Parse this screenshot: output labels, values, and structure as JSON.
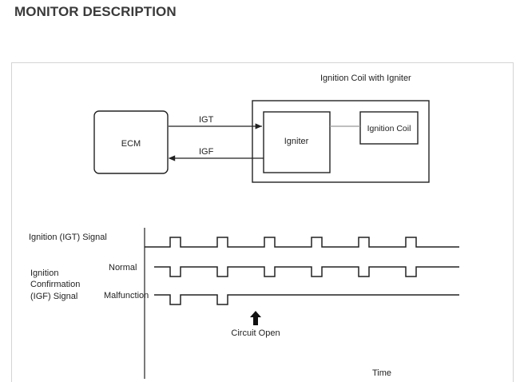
{
  "page": {
    "heading": "MONITOR DESCRIPTION"
  },
  "diagram": {
    "igniter_group_label": "Ignition Coil with Igniter",
    "ecm_label": "ECM",
    "igniter_label": "Igniter",
    "coil_label": "Ignition Coil",
    "igt_arrow_label": "IGT",
    "igf_arrow_label": "IGF"
  },
  "timing": {
    "igt_signal_label": "Ignition (IGT) Signal",
    "igf_signal_label_1": "Ignition",
    "igf_signal_label_2": "Confirmation",
    "igf_signal_label_3": "(IGF) Signal",
    "normal_label": "Normal",
    "malfunction_label": "Malfunction",
    "circuit_open_label": "Circuit Open",
    "time_label": "Time",
    "igt_pulse_count": 6,
    "igf_normal_pulse_count": 6,
    "igf_malfunction_pulse_count": 2
  }
}
